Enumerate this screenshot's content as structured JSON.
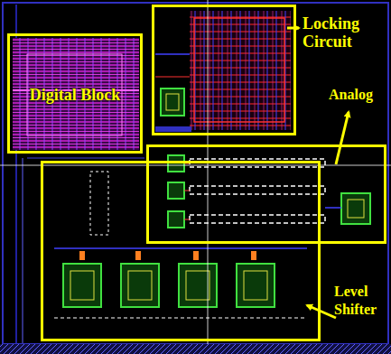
{
  "diagram": {
    "nodes": [
      {
        "text": [
          "Digital Block"
        ]
      },
      {
        "text": [
          "Locking Circuit"
        ]
      },
      {
        "text": [
          "Analog"
        ]
      },
      {
        "text": [
          "Level Shifter"
        ]
      }
    ]
  }
}
